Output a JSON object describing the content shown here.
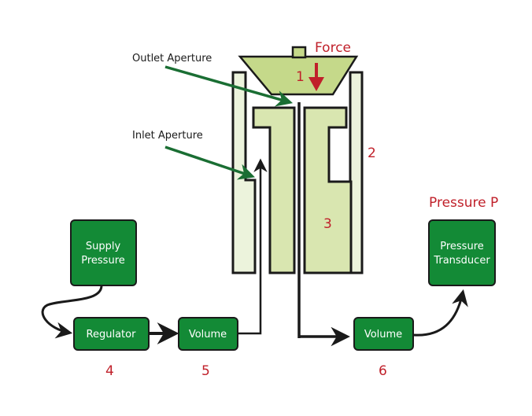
{
  "annotations": {
    "outlet_aperture": "Outlet Aperture",
    "inlet_aperture": "Inlet Aperture",
    "force": "Force",
    "pressure_p": "Pressure P"
  },
  "numbers": {
    "n1": "1",
    "n2": "2",
    "n3": "3",
    "n4": "4",
    "n5": "5",
    "n6": "6"
  },
  "boxes": {
    "supply_pressure": [
      "Supply",
      "Pressure"
    ],
    "regulator": "Regulator",
    "volume_left": "Volume",
    "volume_right": "Volume",
    "pressure_transducer": [
      "Pressure",
      "Transducer"
    ]
  },
  "colors": {
    "box_green": "#138a36",
    "pusher_green": "#c5d98a",
    "body_green": "#d9e6b0",
    "sleeve_green": "#ecf3dc",
    "pointer_green": "#1a6e33",
    "label_red": "#c0202a",
    "outline": "#1a1a1a"
  }
}
